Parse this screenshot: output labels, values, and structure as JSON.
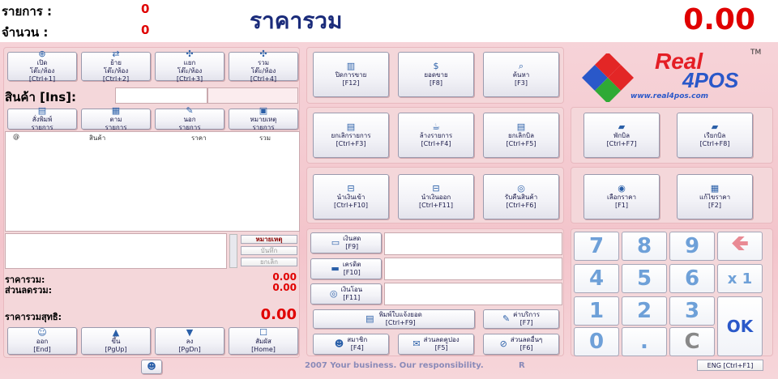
{
  "header": {
    "items_label": "รายการ :",
    "items_value": "0",
    "qty_label": "จำนวน :",
    "qty_value": "0",
    "title": "ราคารวม",
    "total": "0.00"
  },
  "room_buttons": [
    {
      "l1": "เปิด",
      "l2": "โต๊ะ/ห้อง",
      "l3": "[Ctrl+1]"
    },
    {
      "l1": "ย้าย",
      "l2": "โต๊ะ/ห้อง",
      "l3": "[Ctrl+2]"
    },
    {
      "l1": "แยก",
      "l2": "โต๊ะ/ห้อง",
      "l3": "[Ctrl+3]"
    },
    {
      "l1": "รวม",
      "l2": "โต๊ะ/ห้อง",
      "l3": "[Ctrl+4]"
    }
  ],
  "product": {
    "label": "สินค้า [Ins]:"
  },
  "list_buttons": [
    {
      "l1": "สั่งพิมพ์",
      "l2": "รายการ"
    },
    {
      "l1": "ตาม",
      "l2": "รายการ"
    },
    {
      "l1": "นอก",
      "l2": "รายการ"
    },
    {
      "l1": "หมายเหตุ",
      "l2": "รายการ"
    }
  ],
  "table_headers": {
    "at": "@",
    "product": "สินค้า",
    "price": "ราคา",
    "total": "รวม"
  },
  "note_buttons": {
    "note": "หมายเหตุ",
    "save": "บันทึก",
    "cancel": "ยกเลิก"
  },
  "summary": {
    "total_label": "ราคารวม:",
    "total": "0.00",
    "discount_label": "ส่วนลดรวม:",
    "discount": "0.00",
    "net_label": "ราคารวมสุทธิ:",
    "net": "0.00"
  },
  "nav_buttons": [
    {
      "l1": "ออก",
      "l2": "[End]"
    },
    {
      "l1": "ขึ้น",
      "l2": "[PgUp]"
    },
    {
      "l1": "ลง",
      "l2": "[PgDn]"
    },
    {
      "l1": "สัมผัส",
      "l2": "[Home]"
    }
  ],
  "mid_buttons": [
    {
      "l1": "ปิดการขาย",
      "l2": "[F12]"
    },
    {
      "l1": "ยอดขาย",
      "l2": "[F8]"
    },
    {
      "l1": "ค้นหา",
      "l2": "[F3]"
    },
    {
      "l1": "ยกเลิกรายการ",
      "l2": "[Ctrl+F3]"
    },
    {
      "l1": "ล้างรายการ",
      "l2": "[Ctrl+F4]"
    },
    {
      "l1": "ยกเลิกบิล",
      "l2": "[Ctrl+F5]"
    },
    {
      "l1": "นำเงินเข้า",
      "l2": "[Ctrl+F10]"
    },
    {
      "l1": "นำเงินออก",
      "l2": "[Ctrl+F11]"
    },
    {
      "l1": "รับคืนสินค้า",
      "l2": "[Ctrl+F6]"
    }
  ],
  "right_buttons": [
    {
      "l1": "พักบิล",
      "l2": "[Ctrl+F7]"
    },
    {
      "l1": "เรียกบิล",
      "l2": "[Ctrl+F8]"
    },
    {
      "l1": "เลือกราคา",
      "l2": "[F1]"
    },
    {
      "l1": "แก้ไขราคา",
      "l2": "[F2]"
    }
  ],
  "payment": [
    {
      "l1": "เงินสด",
      "l2": "[F9]"
    },
    {
      "l1": "เครดิต",
      "l2": "[F10]"
    },
    {
      "l1": "เงินโอน",
      "l2": "[F11]"
    }
  ],
  "bottom_buttons": [
    {
      "l1": "พิมพ์ใบแจ้งยอด",
      "l2": "[Ctrl+F9]"
    },
    {
      "l1": "ค่าบริการ",
      "l2": "[F7]"
    },
    {
      "l1": "สมาชิก",
      "l2": "[F4]"
    },
    {
      "l1": "ส่วนลดคูปอง",
      "l2": "[F5]"
    },
    {
      "l1": "ส่วนลดอื่นๆ",
      "l2": "[F6]"
    }
  ],
  "keypad": {
    "k7": "7",
    "k8": "8",
    "k9": "9",
    "k4": "4",
    "k5": "5",
    "k6": "6",
    "k1": "1",
    "k2": "2",
    "k3": "3",
    "k0": "0",
    "kdot": ".",
    "kc": "C",
    "back": "🡸",
    "mult": "x 1",
    "ok": "OK"
  },
  "logo": {
    "line1": "Real",
    "line2": "4POS",
    "tm": "TM",
    "url": "www.real4pos.com"
  },
  "footer": {
    "text": "2007 Your business. Our responsibility.",
    "r": "R",
    "lang": "ENG [Ctrl+F1]"
  },
  "colors": {
    "accent": "#e00000",
    "bg": "#f3c4cb",
    "title": "#1a2b7a",
    "keypad": "#6ea0d8"
  }
}
